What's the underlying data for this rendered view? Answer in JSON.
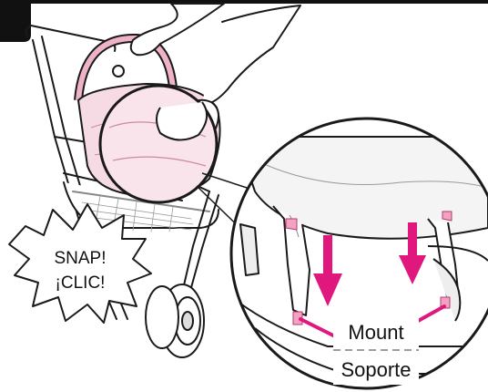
{
  "figure": {
    "sound_en": "SNAP!",
    "sound_es": "¡CLIC!",
    "label_mount_en": "Mount",
    "label_mount_es": "Soporte"
  },
  "colors": {
    "pink_light": "#f7dbe4",
    "pink_mid": "#eeb3c5",
    "accent_magenta": "#e0177d",
    "line": "#1a1a1a",
    "gray": "#9a9a9a",
    "dash": "#9e9e9e"
  }
}
